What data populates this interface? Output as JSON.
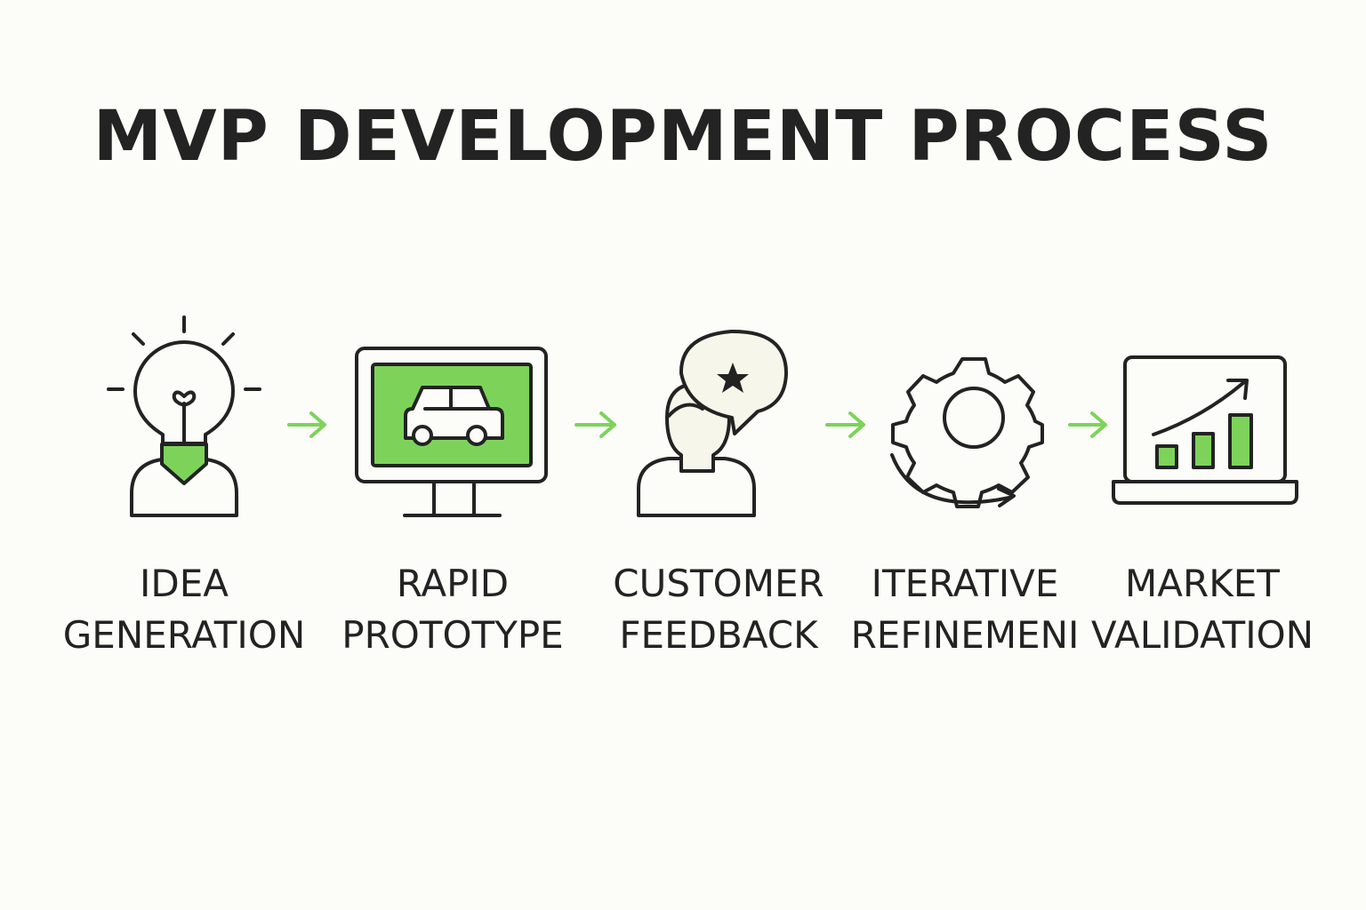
{
  "title": "MVP DEVELOPMENT PROCESS",
  "colors": {
    "accent": "#7dd35a",
    "arrow": "#7dd35a",
    "stroke": "#222322",
    "fill_light": "#f6f7ea",
    "background": "#fcfcf9"
  },
  "steps": [
    {
      "icon": "lightbulb-head-icon",
      "line1": "IDEA",
      "line2": "GENERATION"
    },
    {
      "icon": "monitor-car-icon",
      "line1": "RAPID",
      "line2": "PROTOTYPE"
    },
    {
      "icon": "person-speech-star-icon",
      "line1": "CUSTOMER",
      "line2": "FEEDBACK"
    },
    {
      "icon": "gear-cycle-icon",
      "line1": "ITERATIVE",
      "line2": "REFINEMENI"
    },
    {
      "icon": "laptop-growth-chart-icon",
      "line1": "MARKET",
      "line2": "VALIDATION"
    }
  ]
}
